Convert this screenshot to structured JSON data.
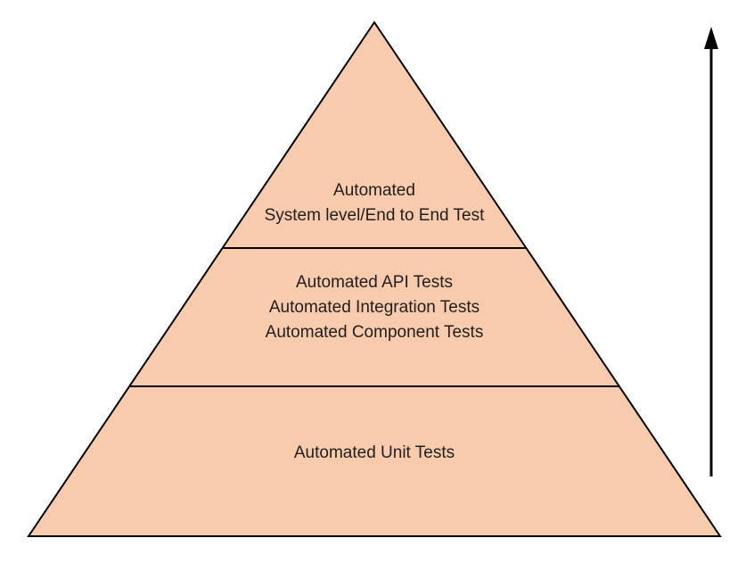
{
  "pyramid": {
    "tiers": [
      {
        "id": "system-end-to-end",
        "lines": [
          "Automated",
          "System level/End to End Test"
        ]
      },
      {
        "id": "service-level",
        "lines": [
          "Automated API Tests",
          "Automated Integration Tests",
          "Automated Component Tests"
        ]
      },
      {
        "id": "unit",
        "lines": [
          "Automated Unit Tests"
        ]
      }
    ]
  },
  "arrow": {
    "direction": "up"
  },
  "colors": {
    "pyramid_fill": "#F8CBAD",
    "outline": "#000000",
    "text": "#1F1F1F",
    "arrow": "#000000"
  }
}
